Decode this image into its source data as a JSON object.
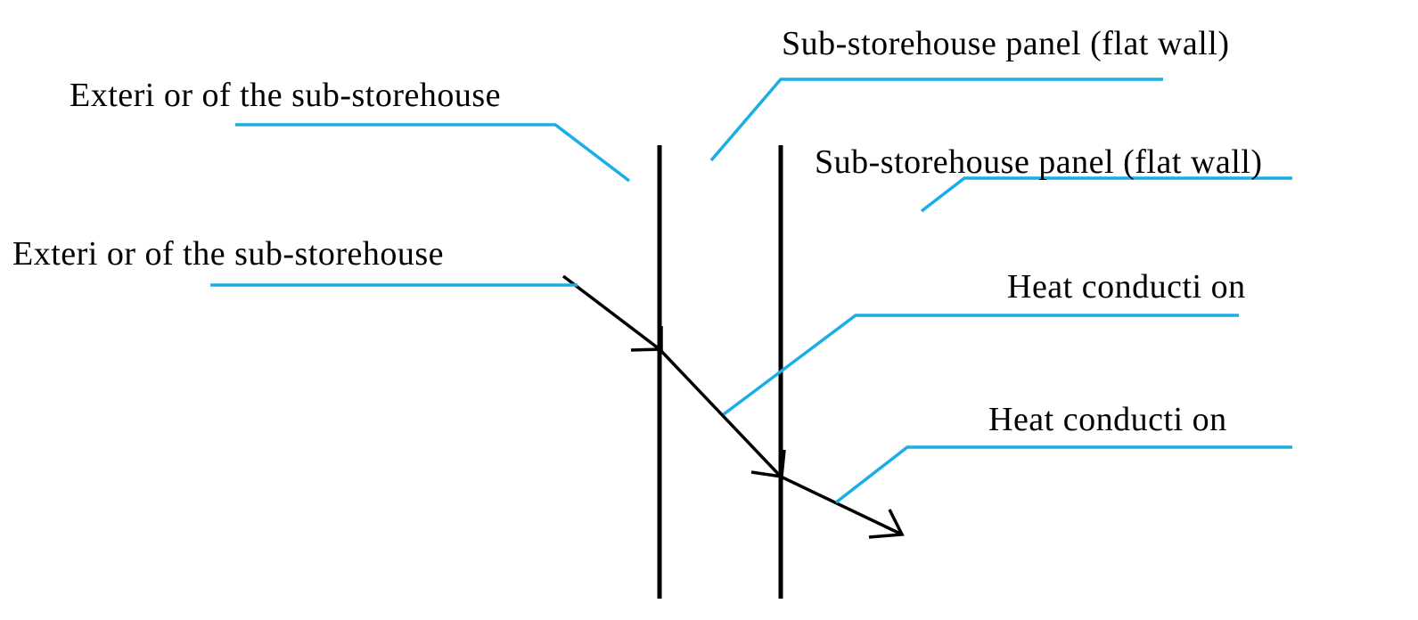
{
  "labels": {
    "exterior_1": "Exteri or of the sub-storehouse",
    "exterior_2": "Exteri or of the sub-storehouse",
    "panel_1": "Sub-storehouse panel  (flat wall)",
    "panel_2": "Sub-storehouse panel  (flat wall)",
    "heat_1": "Heat conducti on",
    "heat_2": "Heat conducti on"
  },
  "colors": {
    "leader_line": "#19aee6",
    "stroke": "#000000",
    "background": "#ffffff"
  }
}
